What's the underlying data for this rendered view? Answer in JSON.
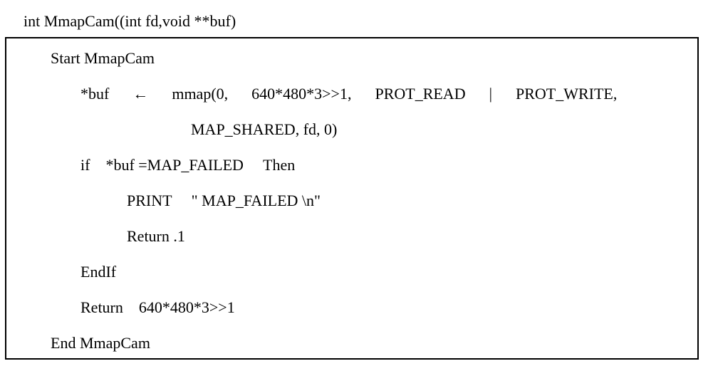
{
  "function": {
    "signature": "int MmapCam((int fd,void **buf)"
  },
  "code": {
    "lines": [
      {
        "text": "Start MmapCam"
      },
      {
        "text": "*buf      ←      mmap(0,      640*480*3>>1,      PROT_READ      |      PROT_WRITE,"
      },
      {
        "text": "MAP_SHARED, fd, 0)"
      },
      {
        "text": "if    *buf =MAP_FAILED     Then"
      },
      {
        "text": "PRINT     \" MAP_FAILED \\n\""
      },
      {
        "text": "Return .1"
      },
      {
        "text": "EndIf"
      },
      {
        "text": "Return    640*480*3>>1"
      },
      {
        "text": "End MmapCam"
      }
    ]
  },
  "colors": {
    "text": "#000000",
    "background": "#ffffff",
    "border": "#000000"
  }
}
